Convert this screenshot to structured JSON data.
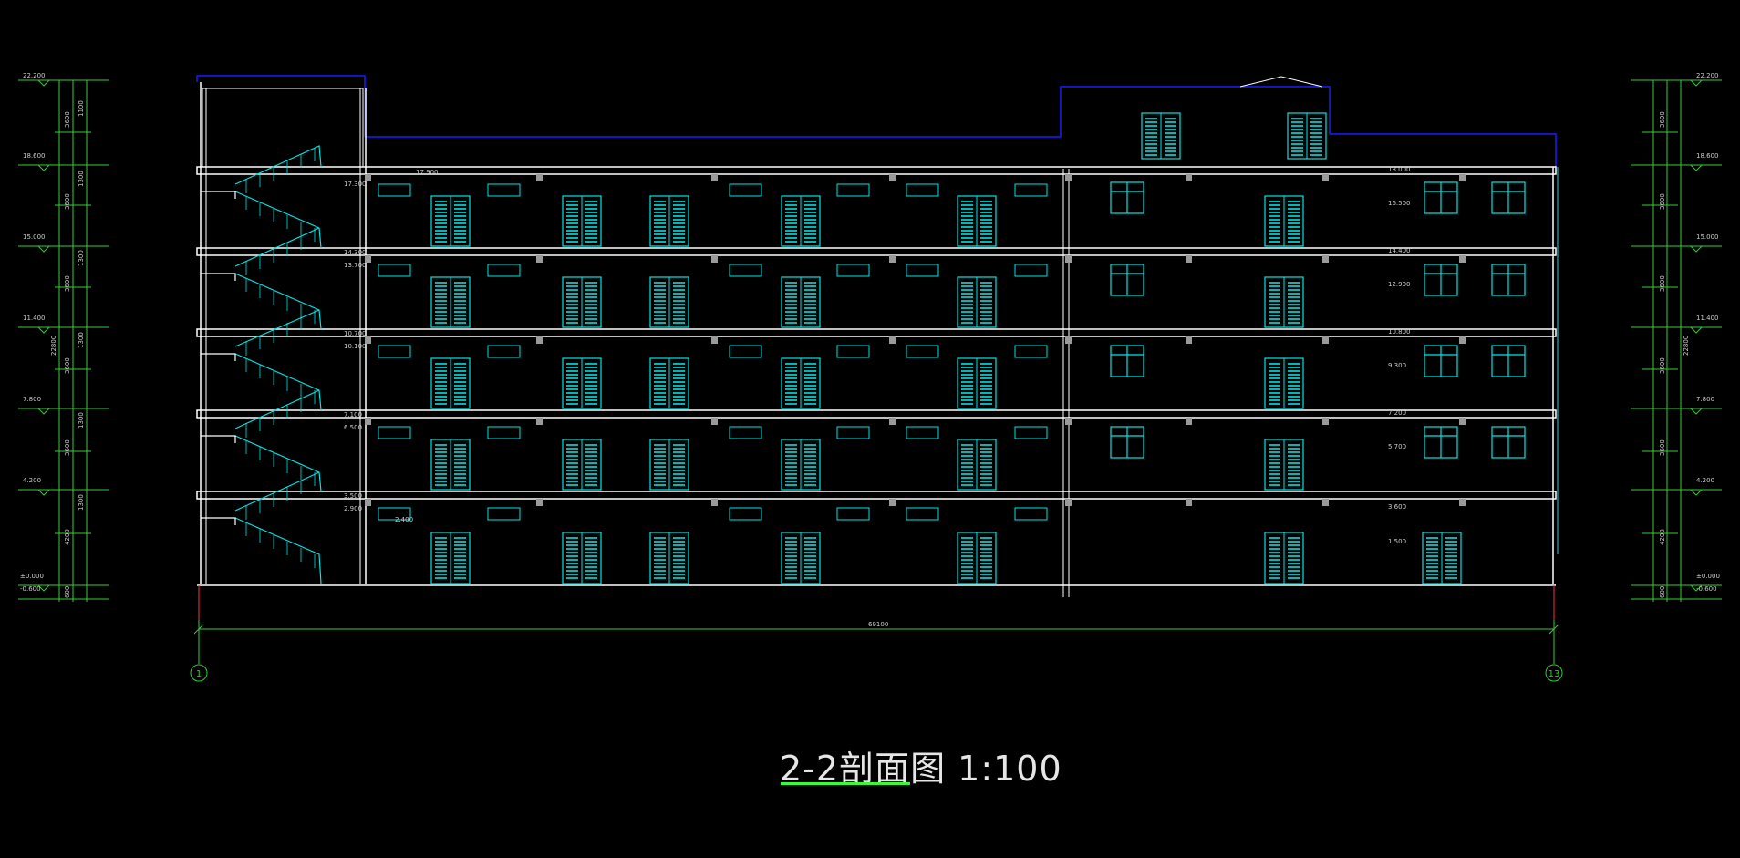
{
  "drawing": {
    "title": "2-2剖面图 1:100",
    "axis_left": "1",
    "axis_right": "13",
    "overall_width": "69100",
    "underline_color": "#33ff33",
    "line_color": "#ffffff",
    "dim_color": "#33cc33",
    "window_color": "#00e5e5",
    "roof_color": "#1a1aff"
  },
  "left_elevations": [
    "22.200",
    "18.600",
    "15.000",
    "11.400",
    "7.800",
    "4.200",
    "±0.000",
    "-0.600"
  ],
  "right_elevations": [
    "22.200",
    "18.600",
    "15.000",
    "11.400",
    "7.800",
    "4.200",
    "±0.000",
    "-0.600"
  ],
  "left_dims_outer": [
    "3600",
    "3600",
    "3600",
    "3600",
    "3600",
    "4200",
    "600"
  ],
  "left_dims_inner": [
    "1100",
    "1300",
    "1300",
    "1300",
    "1300",
    "1300"
  ],
  "left_total": "22800",
  "right_dims_outer": [
    "3600",
    "3600",
    "3600",
    "3600",
    "3600",
    "4200",
    "600"
  ],
  "right_total": "22800",
  "floor_labels_left": [
    "17.300",
    "14.300",
    "13.700",
    "10.700",
    "10.100",
    "7.100",
    "6.500",
    "3.500",
    "2.900"
  ],
  "floor_labels_right": [
    "18.000",
    "16.500",
    "14.400",
    "12.900",
    "10.800",
    "9.300",
    "7.200",
    "5.700",
    "3.600",
    "1.500"
  ],
  "misc_labels": [
    "17.900",
    "2.400"
  ]
}
